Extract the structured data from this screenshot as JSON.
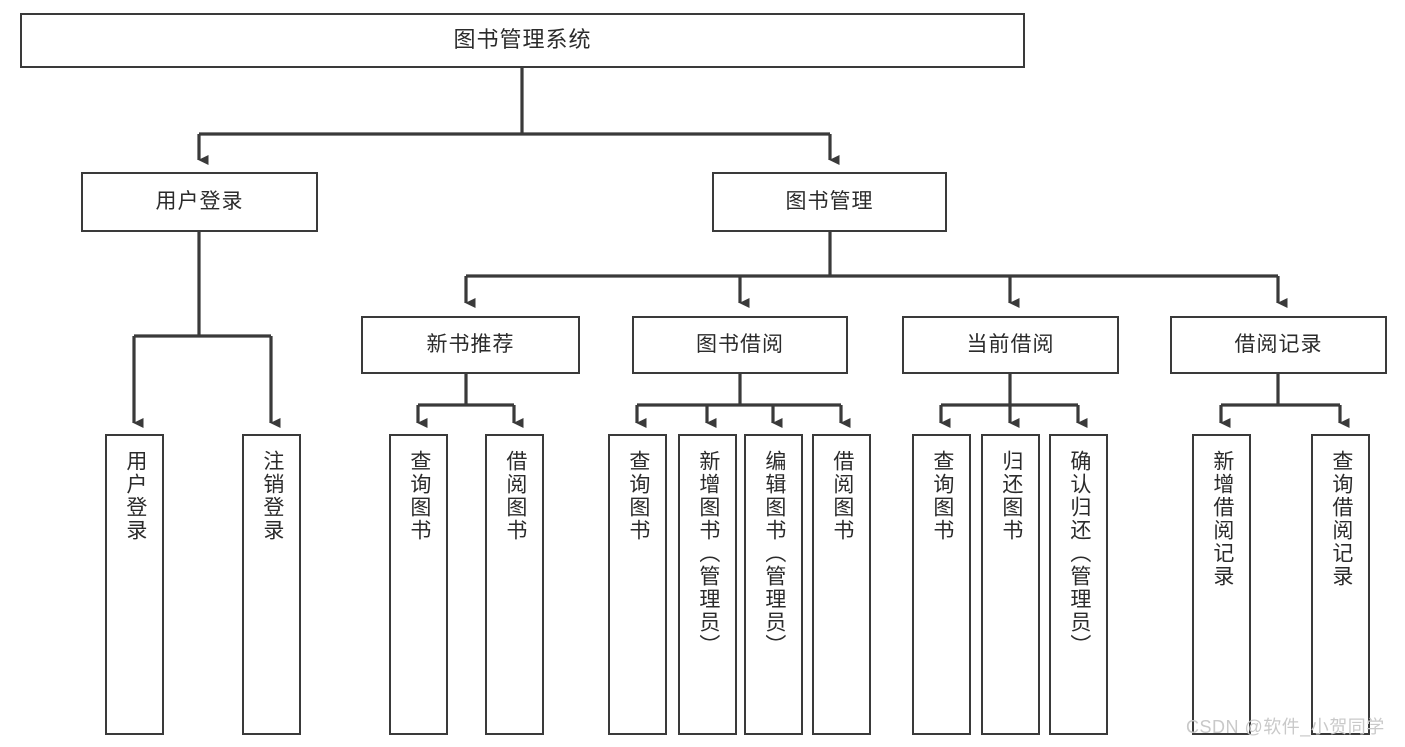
{
  "diagram": {
    "type": "tree-hierarchy-diagram",
    "title": "图书管理系统",
    "colors": {
      "box_border": "#3a3a3a",
      "box_fill": "#ffffff",
      "edge": "#3a3a3a",
      "text": "#2b2b2b",
      "background": "#ffffff",
      "watermark": "#c9c9c9"
    },
    "levels": {
      "root": {
        "label": "图书管理系统"
      },
      "level2": [
        {
          "id": "user-login",
          "label": "用户登录"
        },
        {
          "id": "book-management",
          "label": "图书管理"
        }
      ],
      "level3": [
        {
          "id": "new-book-recommend",
          "label": "新书推荐"
        },
        {
          "id": "book-borrow",
          "label": "图书借阅"
        },
        {
          "id": "current-borrow",
          "label": "当前借阅"
        },
        {
          "id": "borrow-record",
          "label": "借阅记录"
        }
      ],
      "leaves": [
        {
          "id": "leaf-user-login",
          "label": "用户登录",
          "parent": "user-login"
        },
        {
          "id": "leaf-logout-login",
          "label": "注销登录",
          "parent": "user-login"
        },
        {
          "id": "leaf-query-book-1",
          "label": "查询图书",
          "parent": "new-book-recommend"
        },
        {
          "id": "leaf-borrow-book-1",
          "label": "借阅图书",
          "parent": "new-book-recommend"
        },
        {
          "id": "leaf-query-book-2",
          "label": "查询图书",
          "parent": "book-borrow"
        },
        {
          "id": "leaf-add-book",
          "label": "新增图书（管理员）",
          "parent": "book-borrow"
        },
        {
          "id": "leaf-edit-book",
          "label": "编辑图书（管理员）",
          "parent": "book-borrow"
        },
        {
          "id": "leaf-borrow-book-2",
          "label": "借阅图书",
          "parent": "book-borrow"
        },
        {
          "id": "leaf-query-book-3",
          "label": "查询图书",
          "parent": "current-borrow"
        },
        {
          "id": "leaf-return-book",
          "label": "归还图书",
          "parent": "current-borrow"
        },
        {
          "id": "leaf-confirm-return",
          "label": "确认归还（管理员）",
          "parent": "current-borrow"
        },
        {
          "id": "leaf-add-record",
          "label": "新增借阅记录",
          "parent": "borrow-record"
        },
        {
          "id": "leaf-query-record",
          "label": "查询借阅记录",
          "parent": "borrow-record"
        }
      ]
    }
  },
  "watermark": {
    "text": "CSDN @软件_小贺同学"
  }
}
